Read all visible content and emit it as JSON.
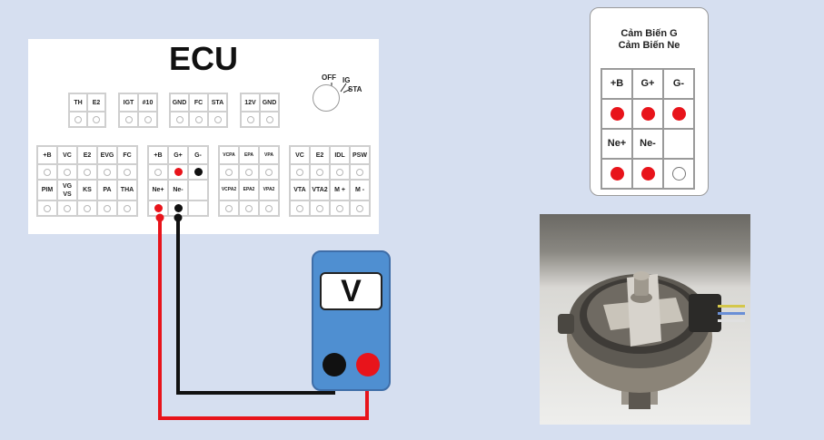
{
  "ecu": {
    "title": "ECU",
    "switch_labels": {
      "off": "OFF",
      "ig": "IG",
      "sta": "STA"
    },
    "top_groups": [
      {
        "labels": [
          "TH",
          "E2"
        ]
      },
      {
        "labels": [
          "IGT",
          "#10"
        ]
      },
      {
        "labels": [
          "GND",
          "FC",
          "STA"
        ]
      },
      {
        "labels": [
          "12V",
          "GND"
        ]
      }
    ],
    "bottom_groups": [
      {
        "rows": [
          [
            "+B",
            "VC",
            "E2",
            "EVG",
            "FC"
          ],
          [
            "PIM",
            "VG VS",
            "KS",
            "PA",
            "THA"
          ]
        ]
      },
      {
        "rows": [
          [
            "+B",
            "G+",
            "G-"
          ],
          [
            "Ne+",
            "Ne-",
            ""
          ]
        ]
      },
      {
        "rows": [
          [
            "VCPA",
            "EPA",
            "VPA"
          ],
          [
            "VCPA2",
            "EPA2",
            "VPA2"
          ]
        ]
      },
      {
        "rows": [
          [
            "VC",
            "E2",
            "IDL",
            "PSW"
          ],
          [
            "VTA",
            "VTA2",
            "M +",
            "M -"
          ]
        ]
      }
    ]
  },
  "meter": {
    "label": "V"
  },
  "sensor_card": {
    "title_line1": "Cảm Biến G",
    "title_line2": "Cảm Biến Ne",
    "row1": [
      "+B",
      "G+",
      "G-"
    ],
    "row3": [
      "Ne+",
      "Ne-",
      ""
    ]
  },
  "colors": {
    "probe_red": "#e8141b",
    "probe_black": "#111111",
    "background": "#d6dff0",
    "meter_body": "#4f8fd1"
  }
}
